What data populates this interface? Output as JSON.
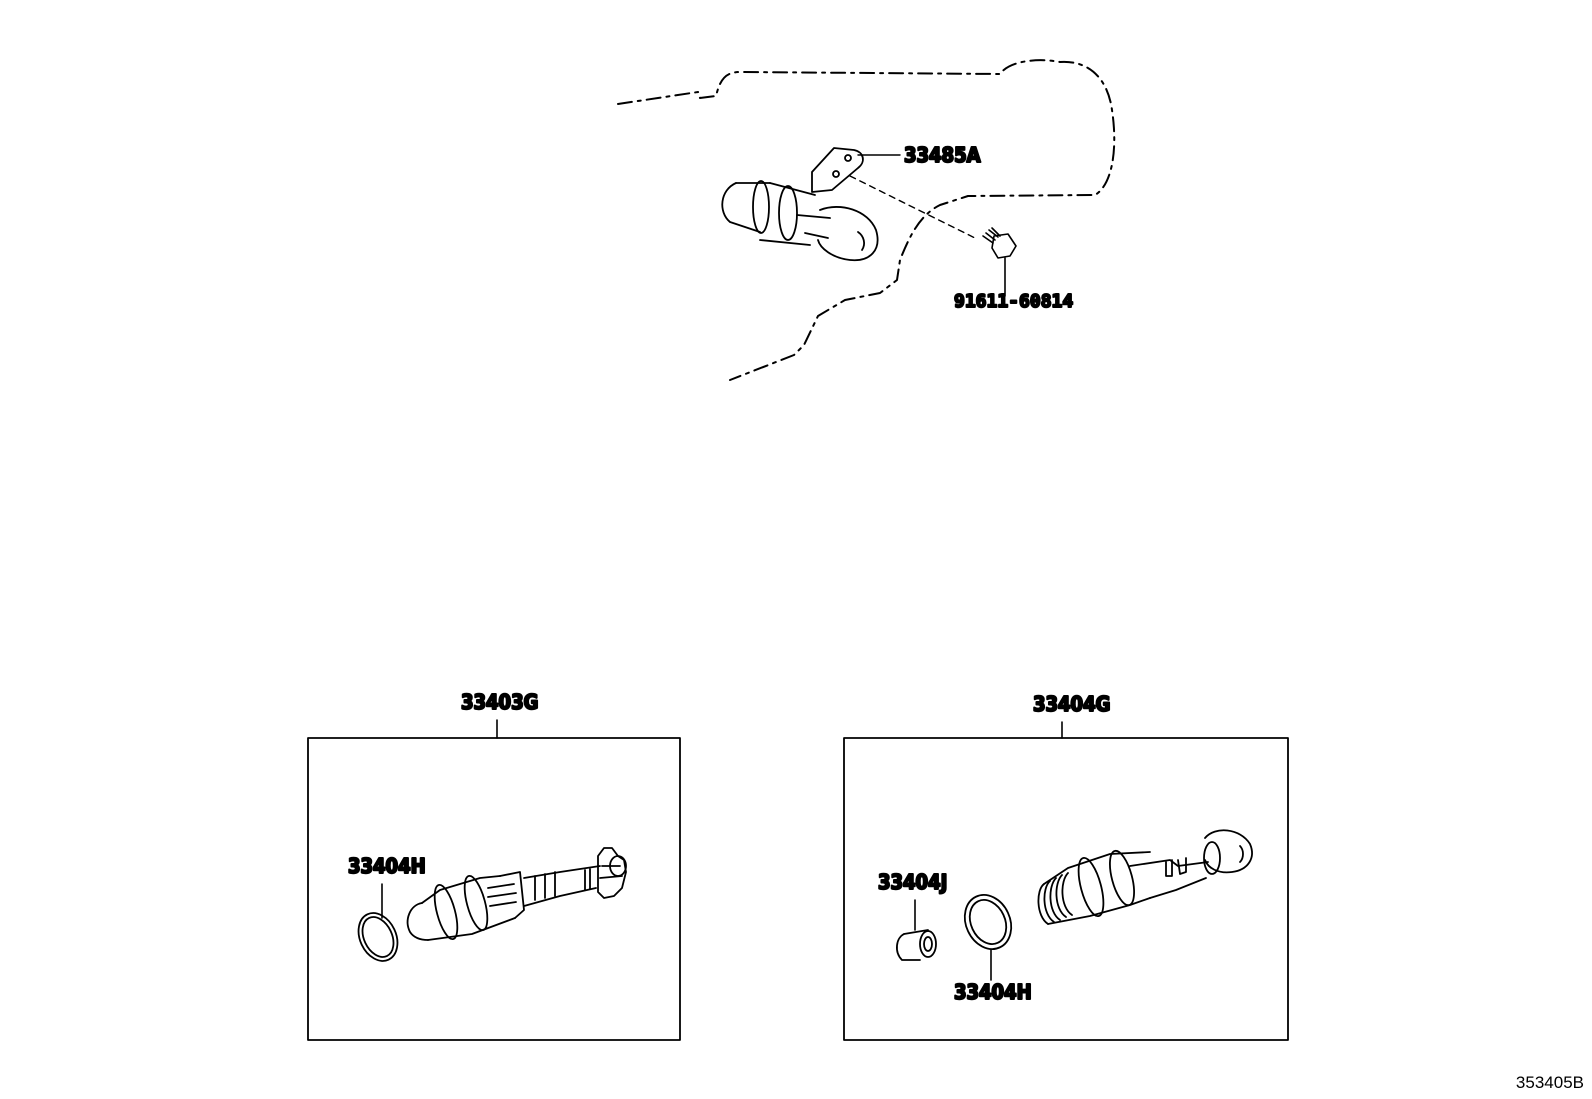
{
  "labels": {
    "bracket": "33485A",
    "bolt": "91611-60814",
    "kit_left": "33403G",
    "kit_right": "33404G",
    "oring_left": "33404H",
    "sleeve": "33404J",
    "oring_right": "33404H"
  },
  "footer": {
    "diagram_id": "353405B"
  }
}
